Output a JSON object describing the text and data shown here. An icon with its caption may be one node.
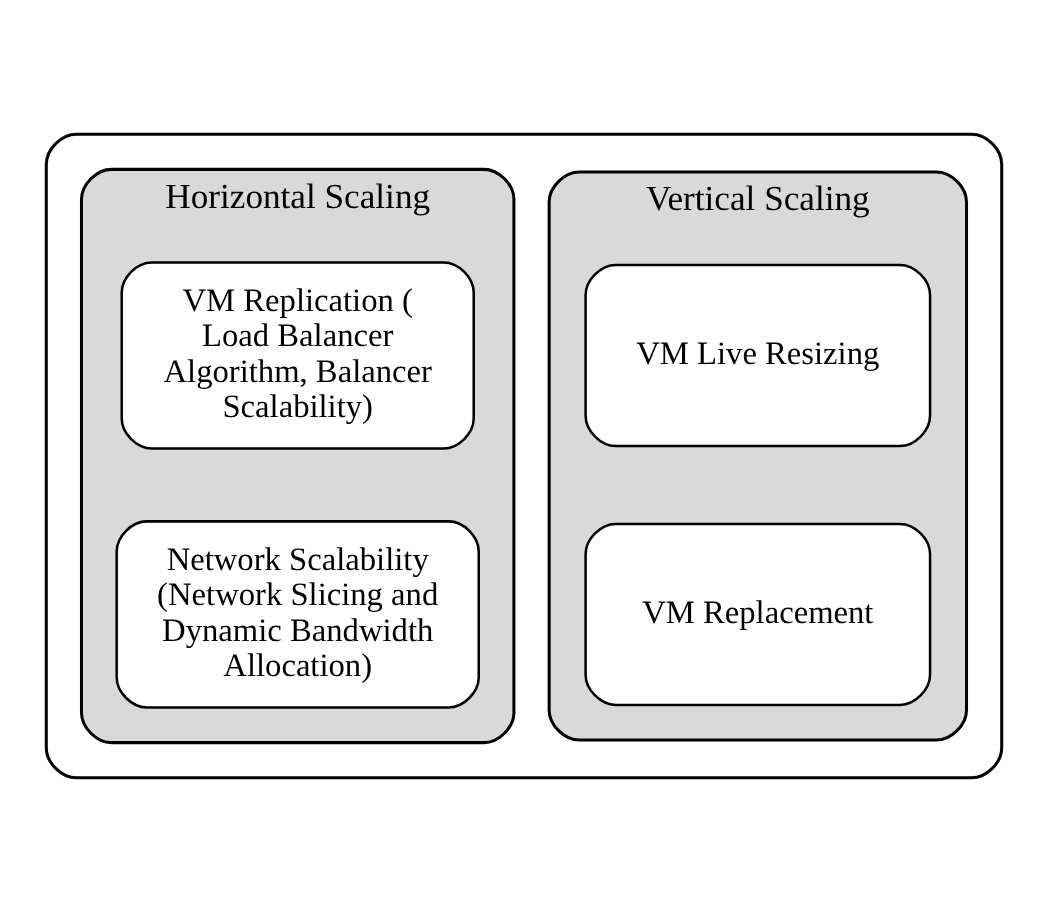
{
  "diagram": {
    "nodes": [
      {
        "text": [],
        "shape": "box"
      },
      {
        "text": [
          "Horizontal Scaling"
        ],
        "in": 0
      },
      {
        "text": [
          "Vertical Scaling"
        ],
        "in": 0
      },
      {
        "text": [
          "VM Replication ( Load Balancer Algorithm, Balancer Scalability)"
        ],
        "in": 1
      },
      {
        "text": [
          "Network Scalability (Network Slicing and Dynamic Bandwidth Allocation)"
        ],
        "in": 1
      },
      {
        "text": [
          "VM Live Resizing"
        ],
        "in": 2
      },
      {
        "text": [
          "VM Replacement"
        ],
        "in": 2
      }
    ],
    "edges": []
  }
}
